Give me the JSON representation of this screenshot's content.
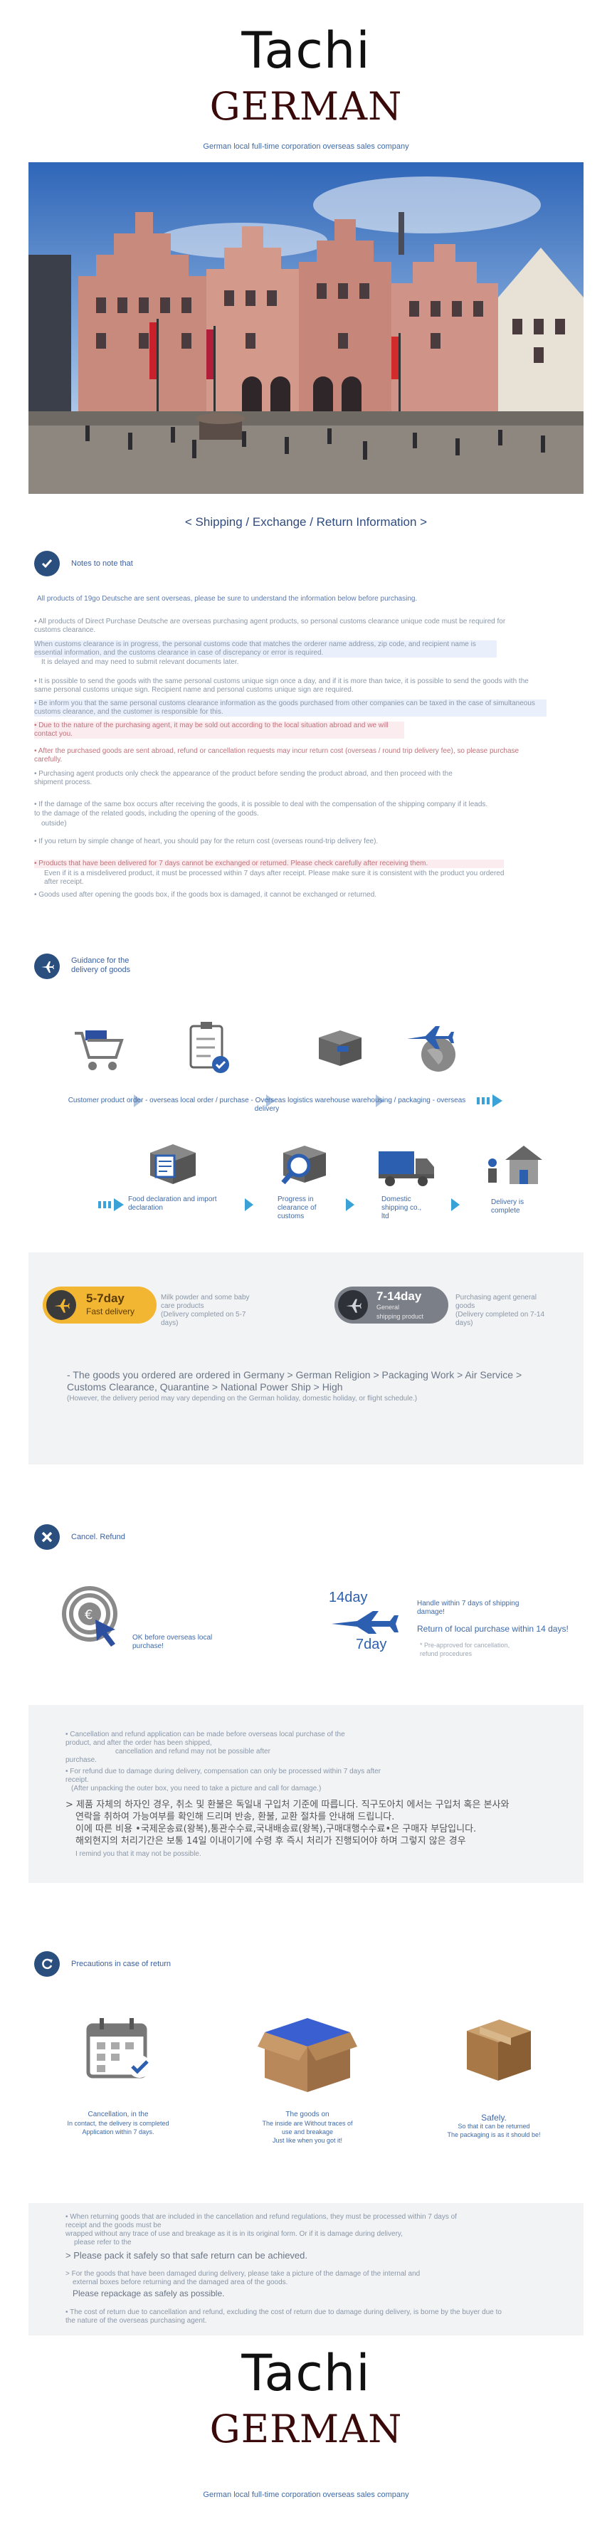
{
  "brand": {
    "title": "Tachi",
    "subtitle": "GERMAN",
    "tagline": "German local full-time corporation overseas sales company"
  },
  "info_title": "< Shipping / Exchange / Return Information >",
  "notes": {
    "label": "Notes to note that",
    "lines": [
      "All products of 19go Deutsche are sent overseas, please be sure to understand the information below before purchasing.",
      "• All products of Direct Purchase Deutsche are overseas purchasing agent products, so personal customs clearance unique code must be required for customs clearance.",
      "When customs clearance is in progress, the personal customs code that matches the orderer name address, zip code, and recipient name is essential information, and the customs clearance in case of discrepancy or error is required.",
      "It is delayed and may need to submit relevant documents later.",
      "• It is possible to send the goods with the same personal customs unique sign once a day, and if it is more than twice, it is possible to send the goods with the same personal customs unique sign. Recipient name and personal customs unique sign are required.",
      "• Be inform you that the same personal customs clearance information as the goods purchased from other companies can be taxed in the case of simultaneous customs clearance, and the customer is responsible for this.",
      "• Due to the nature of the purchasing agent, it may be sold out according to the local situation abroad and we will contact you.",
      "• After the purchased goods are sent abroad, refund or cancellation requests may incur return cost (overseas / round trip delivery fee), so please purchase carefully.",
      "• Purchasing agent products only check the appearance of the product before sending the product abroad, and then proceed with the shipment process.",
      "• If the damage of the same box occurs after receiving the goods, it is possible to deal with the compensation of the shipping company if it leads.",
      "to the damage of the related goods, including the opening of the goods.",
      "outside)",
      "• If you return by simple change of heart, you should pay for the return cost (overseas round-trip delivery fee).",
      "• Products that have been delivered for 7 days cannot be exchanged or returned. Please check carefully after receiving them.",
      "Even if it is a misdelivered product, it must be processed within 7 days after receipt. Please make sure it is consistent with the product you ordered after receipt.",
      "• Goods used after opening the goods box, if the goods box is damaged, it cannot be exchanged or returned."
    ]
  },
  "delivery": {
    "label_line1": "Guidance for the",
    "label_line2": "delivery of goods",
    "row1_caption": "Customer product order - overseas local order / purchase - Overseas logistics warehouse warehousing / packaging - overseas delivery",
    "row2": [
      {
        "caption": "Food declaration and import declaration"
      },
      {
        "caption": "Progress in clearance of customs"
      },
      {
        "caption": "Domestic shipping co., ltd"
      },
      {
        "caption": "Delivery is complete"
      }
    ],
    "fast_days": "5-7day",
    "fast_label": "Fast delivery",
    "fast_desc_line1": "Milk powder and some baby care products",
    "fast_desc_line2": "(Delivery completed on 5-7 days)",
    "gen_days": "7-14day",
    "gen_label_line1": "General",
    "gen_label_line2": "shipping product",
    "gen_desc_line1": "Purchasing agent general goods",
    "gen_desc_line2": "(Delivery completed on 7-14 days)",
    "route_line1": "- The goods you ordered are ordered in Germany > German Religion > Packaging Work > Air Service >",
    "route_line2": "Customs Clearance, Quarantine > National Power Ship > High",
    "route_note": "(However, the delivery period may vary depending on the German holiday, domestic holiday, or flight schedule.)"
  },
  "cancel": {
    "label": "Cancel. Refund",
    "left_caption_line1": "OK before overseas local",
    "left_caption_line2": "purchase!",
    "days_top": "14day",
    "days_bottom": "7day",
    "right_line1": "Handle within 7 days of shipping",
    "right_line2": "damage!",
    "right_line3": "Return of local purchase within 14 days!",
    "right_small_line1": "* Pre-approved for cancellation,",
    "right_small_line2": "refund procedures",
    "box_lines": [
      "• Cancellation and refund application can be made before overseas local purchase of the",
      "product, and after the order has been shipped,",
      "cancellation and refund may not be possible after",
      "purchase.",
      "• For refund due to damage during delivery, compensation can only be processed within 7 days after receipt.",
      "(After unpacking the outer box, you need to take a picture and call for damage.)"
    ],
    "korean_line1": "> 제품 자체의 하자인 경우, 취소 및 환불은 독일내 구입처 기준에 따릅니다. 직구도아치 에서는 구입처 혹은 본사와",
    "korean_line2": "연락을 취하여 가능여부를 확인해 드리며 반송, 환불, 교환 절차를 안내해 드립니다.",
    "korean_line3": "이에 따른 비용 •국제운송료(왕복),통관수수료,국내배송료(왕복),구매대행수수료•은 구매자 부담입니다.",
    "korean_line4": "해외현지의 처리기간은 보통 14일 이내이기에 수령 후 즉시 처리가 진행되어야 하며 그렇지 않은 경우",
    "korean_line5": "I remind you that it may not be possible."
  },
  "returns": {
    "label": "Precautions in case of return",
    "items": [
      {
        "line1": "Cancellation, in the",
        "line2": "In contact, the delivery is completed",
        "line3": "Application within 7 days."
      },
      {
        "line1": "The goods on",
        "line2": "The inside are Without traces of use and breakage",
        "line3": "Just like when you got it!"
      },
      {
        "line1": "Safely.",
        "line2": "So that it can be returned",
        "line3": "The packaging is as it should be!"
      }
    ],
    "box_line1": "• When returning goods that are included in the cancellation and refund regulations, they must be processed within 7 days of",
    "box_line2": "receipt and the goods must be",
    "box_line3": "wrapped without any trace of use and breakage as it is in its original form. Or if it is damage during delivery,",
    "box_line4": "please refer to the",
    "box_line5": "> Please pack it safely so that safe return can be achieved.",
    "box_line6": "> For the goods that have been damaged during delivery, please take a picture of the damage of the internal and",
    "box_line7": "external boxes before returning and the damaged area of the goods.",
    "box_line8": "Please repackage as safely as possible.",
    "box_line9": "• The cost of return due to cancellation and refund, excluding the cost of return due to damage during delivery, is borne by the buyer due to",
    "box_line10": "the nature of the overseas purchasing agent."
  }
}
